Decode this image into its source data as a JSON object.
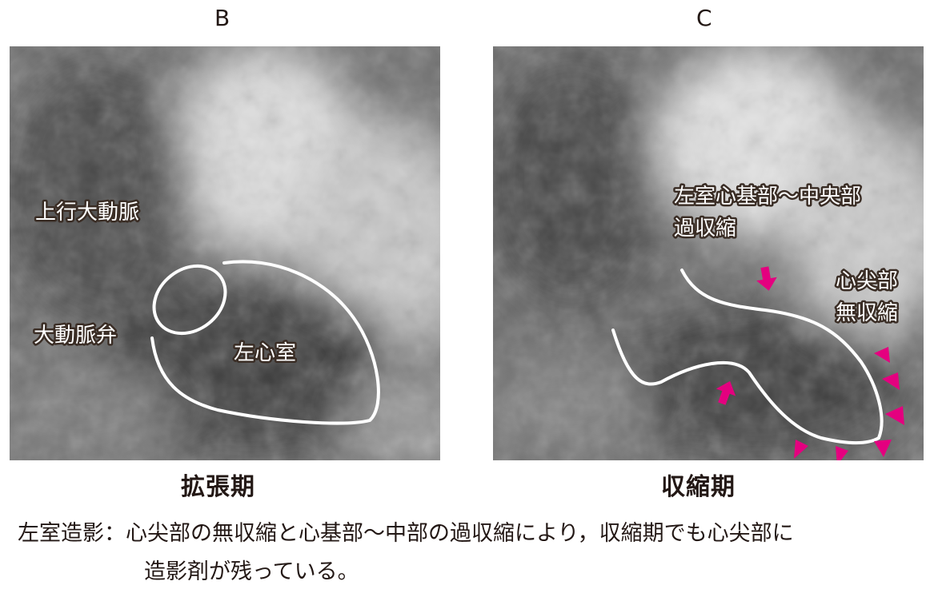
{
  "panels": {
    "left": {
      "letter": "B",
      "phase": "拡張期",
      "labels": {
        "ascending_aorta": "上行大動脈",
        "aortic_valve": "大動脈弁",
        "left_ventricle": "左心室"
      }
    },
    "right": {
      "letter": "C",
      "phase": "収縮期",
      "labels": {
        "hyper_line1": "左室心基部〜中央部",
        "hyper_line2": "過収縮",
        "akinesis_line1": "心尖部",
        "akinesis_line2": "無収縮"
      }
    }
  },
  "caption": {
    "line1": "左室造影：心尖部の無収縮と心基部〜中部の過収縮により，収縮期でも心尖部に",
    "line2": "造影剤が残っている。"
  },
  "colors": {
    "arrow": "#e4007f",
    "outline": "#ffffff",
    "caption_text": "#231815"
  }
}
